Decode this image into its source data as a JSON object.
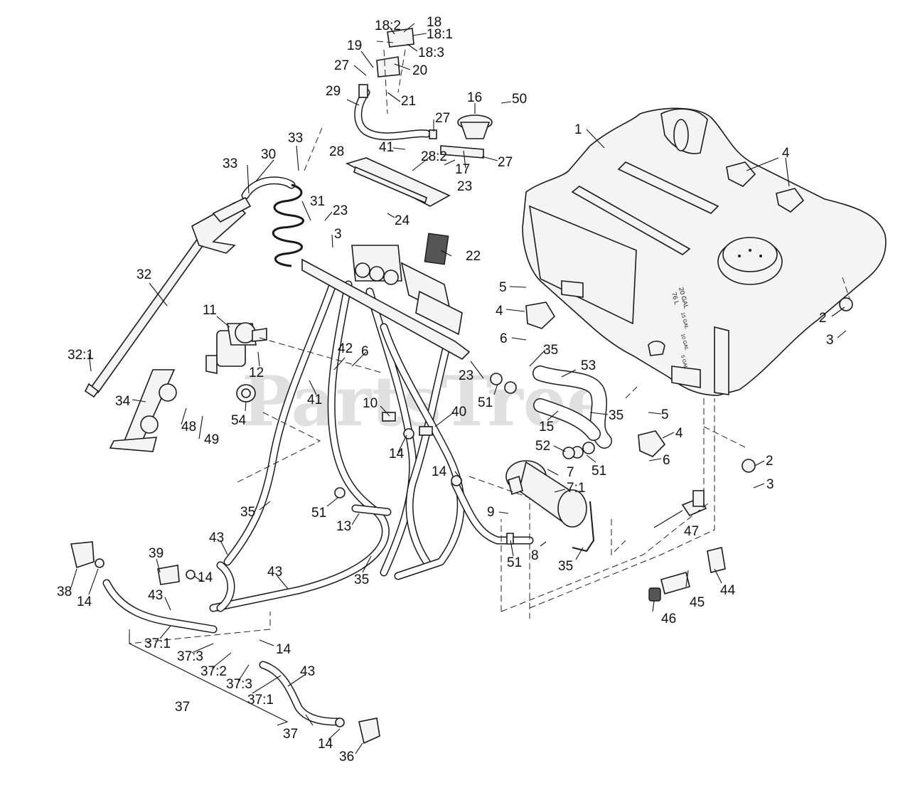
{
  "watermark": "PartsTree",
  "callouts": {
    "c1": "1",
    "c2a": "2",
    "c2b": "2",
    "c3a": "3",
    "c3b": "3",
    "c3c": "3",
    "c4a": "4",
    "c4b": "4",
    "c4c": "4",
    "c4d": "4",
    "c5a": "5",
    "c5b": "5",
    "c6a": "6",
    "c6b": "6",
    "c6c": "6",
    "c7": "7",
    "c7_1": "7:1",
    "c8": "8",
    "c9": "9",
    "c10": "10",
    "c11": "11",
    "c12": "12",
    "c13": "13",
    "c14a": "14",
    "c14b": "14",
    "c14c": "14",
    "c14d": "14",
    "c14e": "14",
    "c14f": "14",
    "c15": "15",
    "c16": "16",
    "c17": "17",
    "c18": "18",
    "c18_1": "18:1",
    "c18_2": "18:2",
    "c18_3": "18:3",
    "c19": "19",
    "c20": "20",
    "c21": "21",
    "c22": "22",
    "c23a": "23",
    "c23b": "23",
    "c23c": "23",
    "c24": "24",
    "c27a": "27",
    "c27b": "27",
    "c27c": "27",
    "c28": "28",
    "c28_2": "28:2",
    "c29": "29",
    "c30": "30",
    "c31": "31",
    "c32": "32",
    "c32_1": "32:1",
    "c33a": "33",
    "c33b": "33",
    "c34": "34",
    "c35a": "35",
    "c35b": "35",
    "c35c": "35",
    "c35d": "35",
    "c35e": "35",
    "c36": "36",
    "c37a": "37",
    "c37b": "37",
    "c37_1a": "37:1",
    "c37_1b": "37:1",
    "c37_2": "37:2",
    "c37_3a": "37:3",
    "c37_3b": "37:3",
    "c38": "38",
    "c39": "39",
    "c40": "40",
    "c41a": "41",
    "c41b": "41",
    "c42": "42",
    "c43a": "43",
    "c43b": "43",
    "c43c": "43",
    "c43d": "43",
    "c44": "44",
    "c45": "45",
    "c46": "46",
    "c47": "47",
    "c48": "48",
    "c49": "49",
    "c50": "50",
    "c51a": "51",
    "c51b": "51",
    "c51c": "51",
    "c51d": "51",
    "c52": "52",
    "c53": "53",
    "c54": "54"
  },
  "tank_markings": {
    "capacity_gal": "20 GAL",
    "capacity_l": "76 L",
    "level_15": "15 GAL",
    "level_10": "10 GAL",
    "level_5": "5 GAL"
  }
}
